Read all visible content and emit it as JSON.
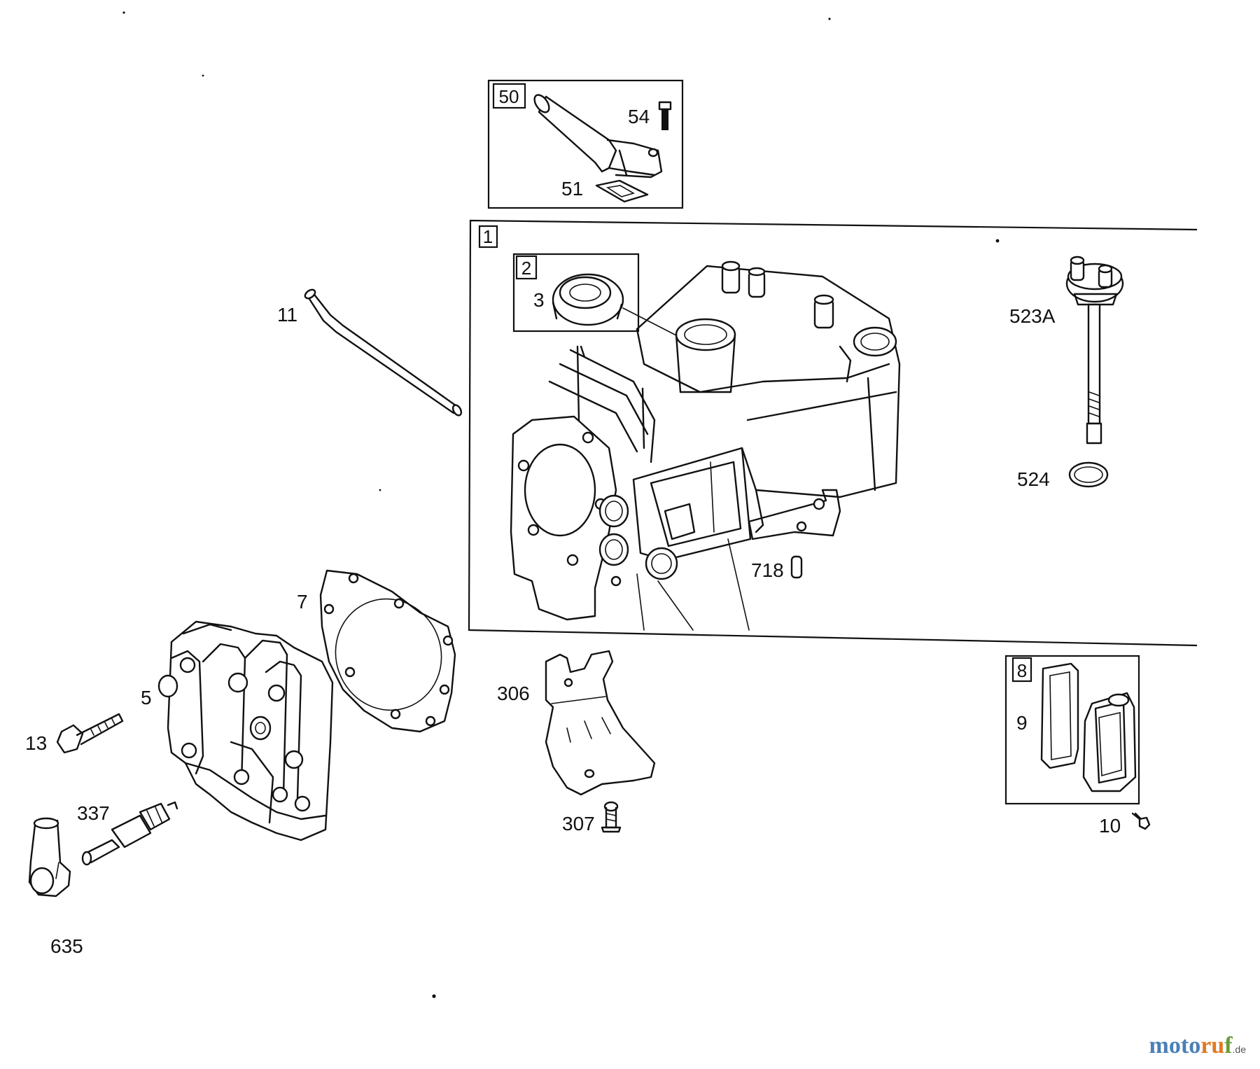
{
  "diagram": {
    "callouts": {
      "c50": "50",
      "c54": "54",
      "c51": "51",
      "c1": "1",
      "c2": "2",
      "c3": "3",
      "c11": "11",
      "c523A": "523A",
      "c524": "524",
      "c718": "718",
      "c7": "7",
      "c5": "5",
      "c13": "13",
      "c337": "337",
      "c635": "635",
      "c306": "306",
      "c307": "307",
      "c8": "8",
      "c9": "9",
      "c10": "10"
    }
  },
  "watermark": {
    "part1": "moto",
    "part2": "ru",
    "part3": "f",
    "suffix": ".de"
  }
}
